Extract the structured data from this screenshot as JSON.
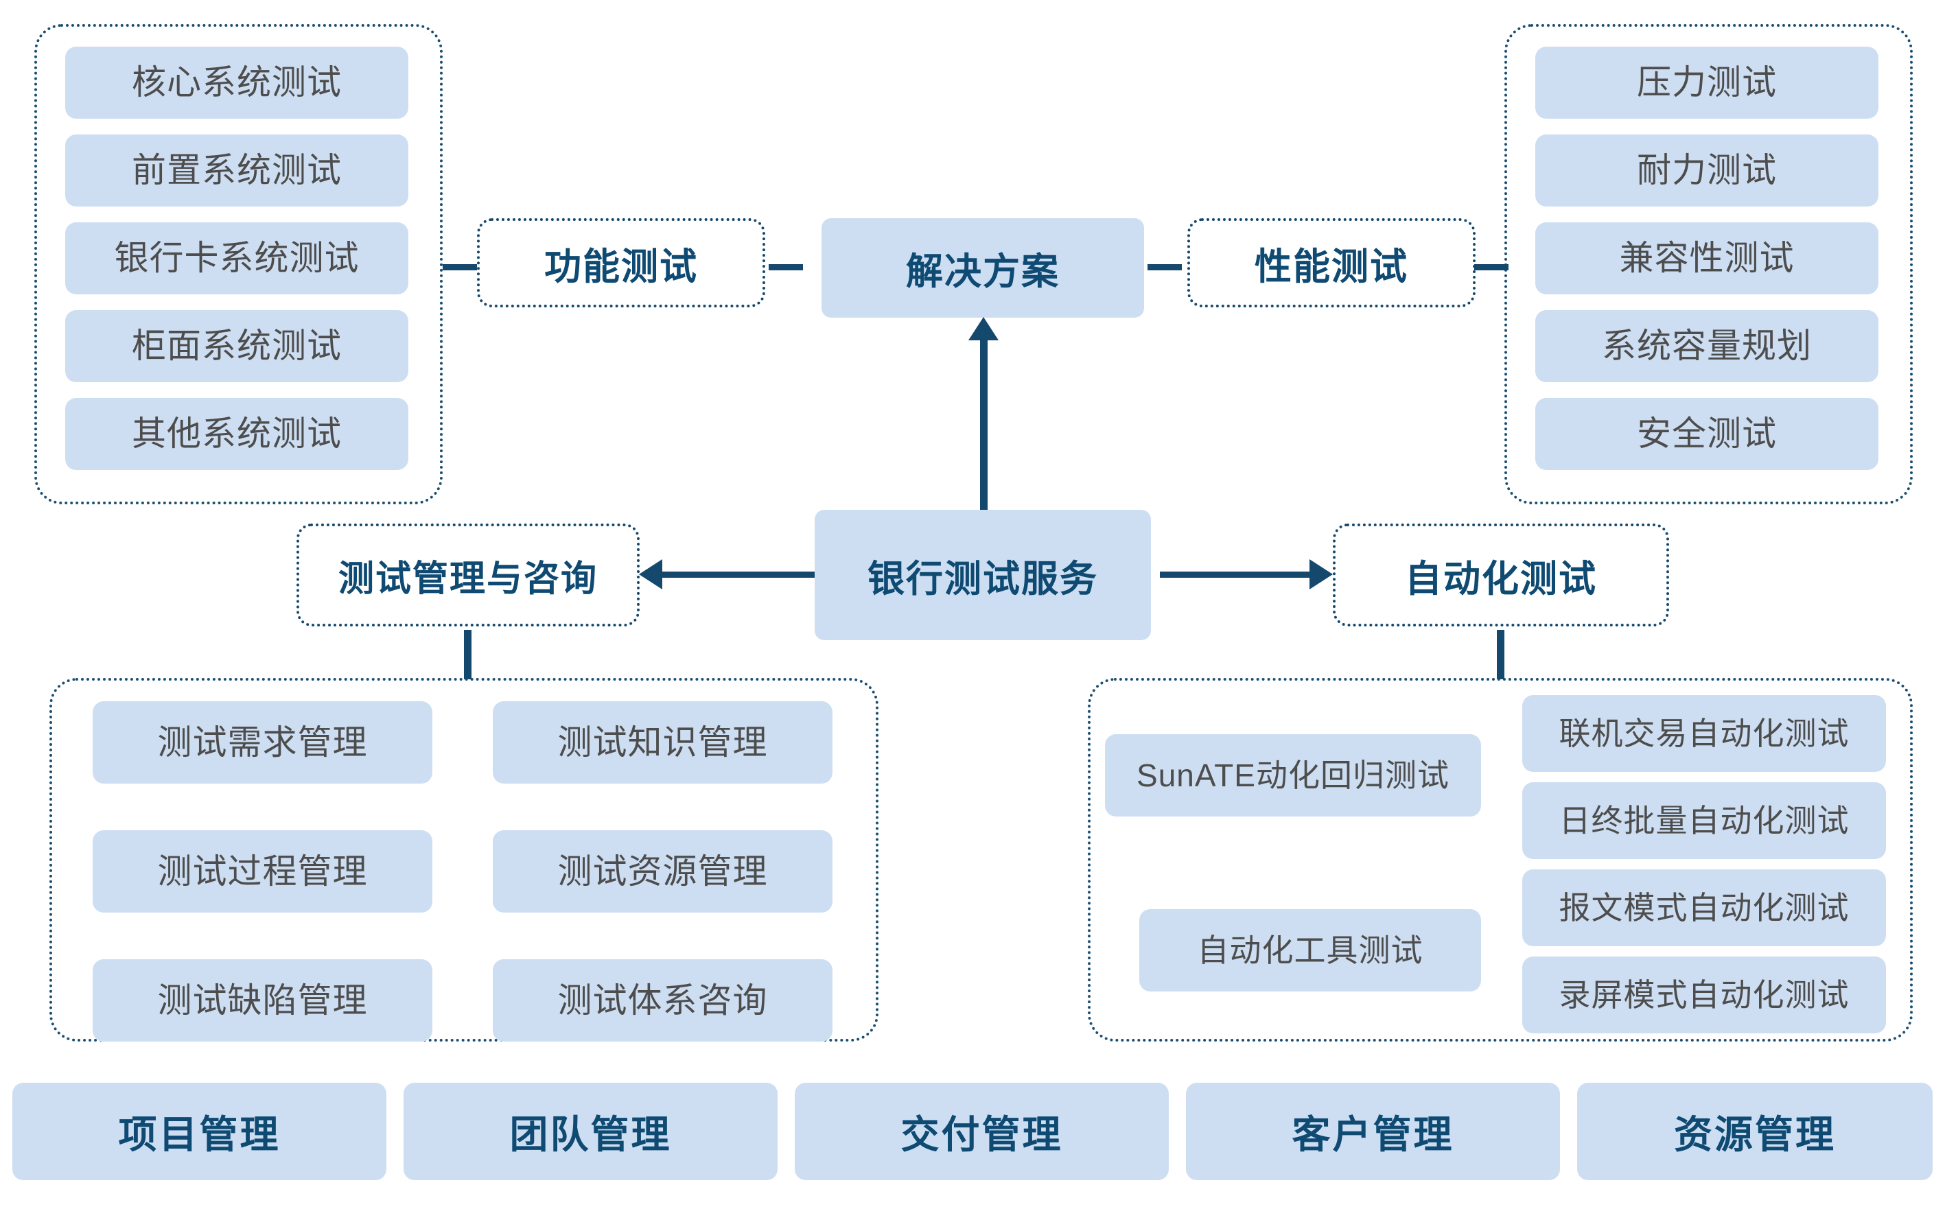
{
  "diagram": {
    "title": "银行测试服务解决方案",
    "colors": {
      "chip_fill": "#cedef2",
      "chip_text": "#4d4d4d",
      "accent_navy": "#14486d",
      "accent_text": "#0f4a72",
      "background": "#ffffff"
    },
    "center_node": {
      "label": "银行测试服务"
    },
    "solution_node": {
      "label": "解决方案"
    },
    "branches": {
      "functional": {
        "label": "功能测试"
      },
      "performance": {
        "label": "性能测试"
      },
      "management": {
        "label": "测试管理与咨询"
      },
      "automation": {
        "label": "自动化测试"
      }
    },
    "functional_items": [
      {
        "label": "核心系统测试"
      },
      {
        "label": "前置系统测试"
      },
      {
        "label": "银行卡系统测试"
      },
      {
        "label": "柜面系统测试"
      },
      {
        "label": "其他系统测试"
      }
    ],
    "performance_items": [
      {
        "label": "压力测试"
      },
      {
        "label": "耐力测试"
      },
      {
        "label": "兼容性测试"
      },
      {
        "label": "系统容量规划"
      },
      {
        "label": "安全测试"
      }
    ],
    "management_items_left": [
      {
        "label": "测试需求管理"
      },
      {
        "label": "测试过程管理"
      },
      {
        "label": "测试缺陷管理"
      }
    ],
    "management_items_right": [
      {
        "label": "测试知识管理"
      },
      {
        "label": "测试资源管理"
      },
      {
        "label": "测试体系咨询"
      }
    ],
    "automation_items_left": [
      {
        "label": "SunATE动化回归测试"
      },
      {
        "label": "自动化工具测试"
      }
    ],
    "automation_items_right": [
      {
        "label": "联机交易自动化测试"
      },
      {
        "label": "日终批量自动化测试"
      },
      {
        "label": "报文模式自动化测试"
      },
      {
        "label": "录屏模式自动化测试"
      }
    ],
    "footer_items": [
      {
        "label": "项目管理"
      },
      {
        "label": "团队管理"
      },
      {
        "label": "交付管理"
      },
      {
        "label": "客户管理"
      },
      {
        "label": "资源管理"
      }
    ]
  }
}
